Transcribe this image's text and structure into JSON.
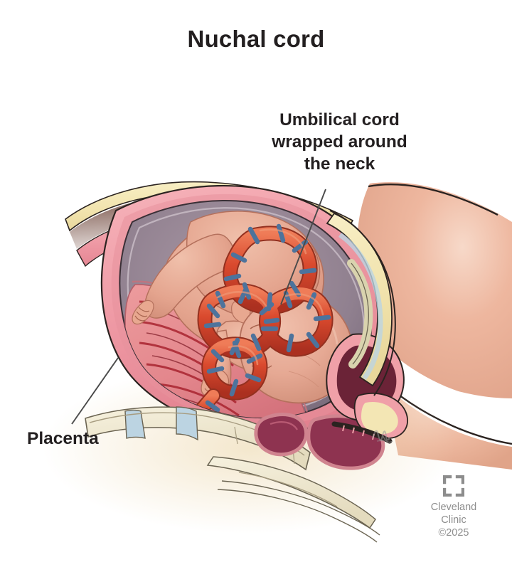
{
  "figure": {
    "title": "Nuchal cord",
    "alt_subject": "nuchal-cord-medical-illustration",
    "background_color": "#ffffff"
  },
  "callouts": [
    {
      "id": "umbilical-cord",
      "text": "Umbilical cord\nwrapped around\nthe neck",
      "leader_from": [
        458,
        266
      ],
      "leader_to": [
        395,
        428
      ]
    },
    {
      "id": "placenta",
      "text": "Placenta",
      "leader_from": [
        101,
        596
      ],
      "leader_to": [
        166,
        503
      ]
    }
  ],
  "anatomy": {
    "labels": [
      "maternal abdominal wall",
      "uterine wall",
      "amniotic sac",
      "placenta",
      "umbilical cord",
      "fetus",
      "fetal head",
      "maternal bladder",
      "sacrum",
      "rectum",
      "pubic bone"
    ],
    "colors": {
      "skin": "#eab29e",
      "skin_shadow": "#d99881",
      "fat": "#f3e6b4",
      "uterus_pink": "#f0a0a8",
      "uterus_pink_deep": "#e4818d",
      "placenta_pink": "#e78b90",
      "placenta_vessel": "#b22b35",
      "amnion": "#a08e9d",
      "amniotic_fluid": "#9d8b99",
      "cord_red": "#d8452c",
      "cord_red_light": "#e8603f",
      "cord_vein_blue": "#5a7fa8",
      "bone": "#efe8cf",
      "disc_blue": "#bcd4e2",
      "rectum_maroon": "#8e3350",
      "outline": "#2b2320",
      "shadow_brown": "#5b3a32"
    }
  },
  "artist_signature": {
    "present": true,
    "color": "#b9b9b9"
  },
  "branding": {
    "logo_name": "cleveland-clinic-logo",
    "logo_color": "#8d8d8d",
    "org_name": "Cleveland\nClinic",
    "copyright": "©2025"
  }
}
